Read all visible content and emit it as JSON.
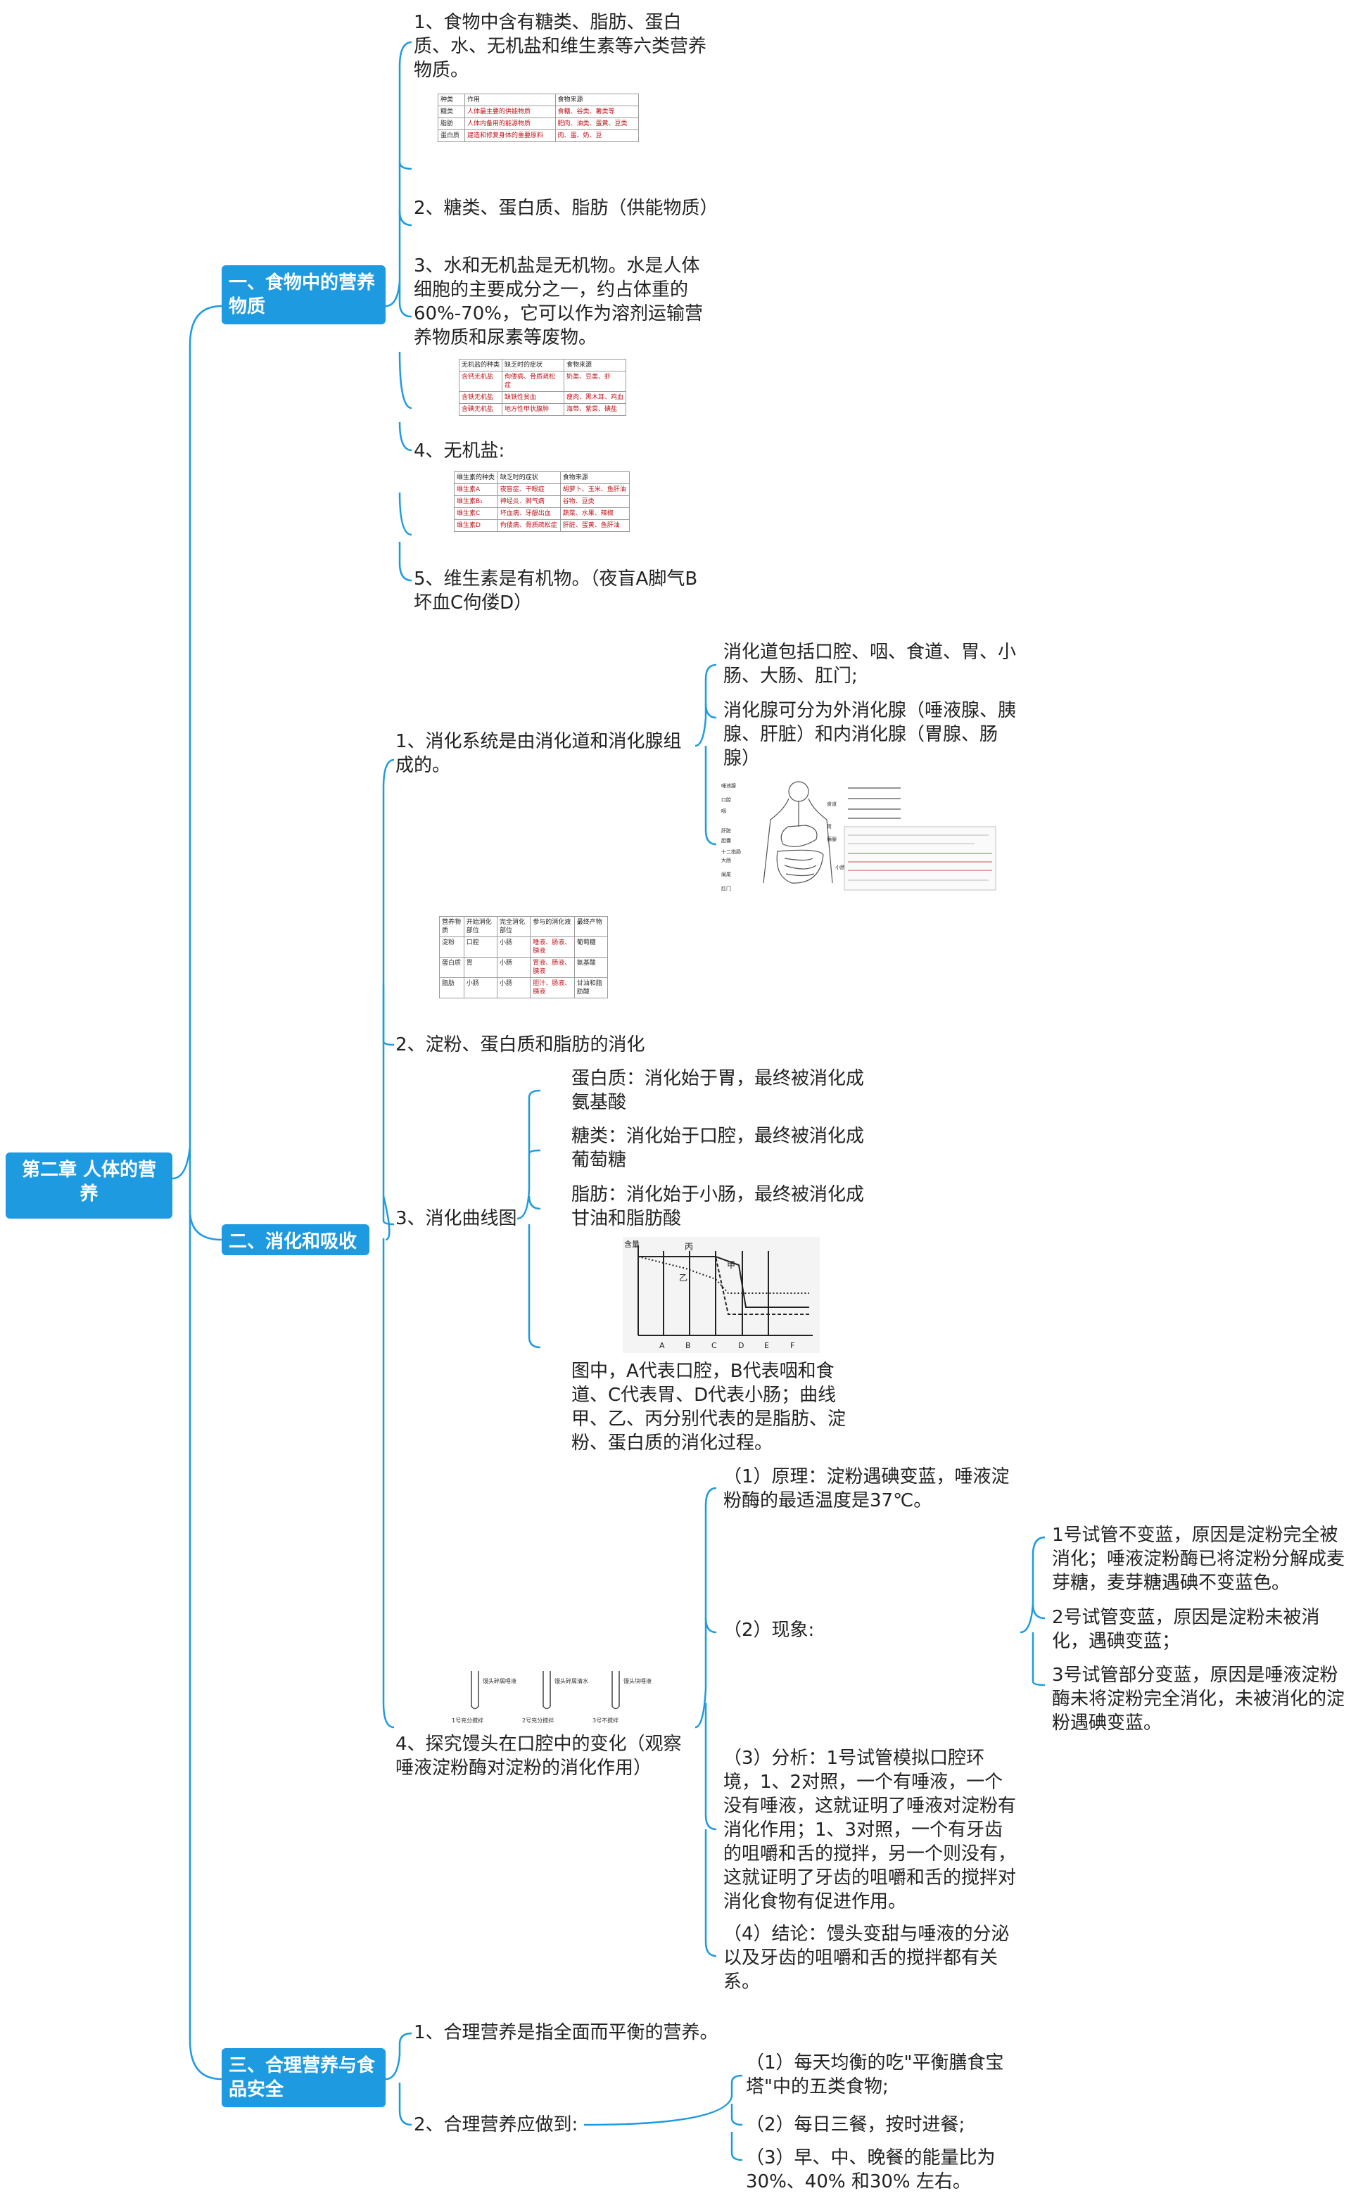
{
  "root": "第二章  人体的营养",
  "s1": {
    "title": "一、食物中的营养物质",
    "i1": "1、食物中含有糖类、脂肪、蛋白质、水、无机盐和维生素等六类营养物质。",
    "i2": "2、糖类、蛋白质、脂肪（供能物质）",
    "i3": "3、水和无机盐是无机物。水是人体细胞的主要成分之一，约占体重的60%-70%，它可以作为溶剂运输营养物质和尿素等废物。",
    "i4": "4、无机盐:",
    "i5": "5、维生素是有机物。（夜盲A脚气B坏血C佝偻D）",
    "t1": [
      [
        "种类",
        "作用",
        "食物来源"
      ],
      [
        "糖类",
        "人体最主要的供能物质",
        "食糖、谷类、薯类等"
      ],
      [
        "脂肪",
        "人体内备用的能源物质",
        "肥肉、油类、蛋黄、豆类"
      ],
      [
        "蛋白质",
        "建造和修复身体的重要原料",
        "肉、蛋、奶、豆"
      ]
    ],
    "t2": [
      [
        "无机盐的种类",
        "缺乏时的症状",
        "食物来源"
      ],
      [
        "含钙无机盐",
        "佝偻病、骨质疏松症",
        "奶类、豆类、虾"
      ],
      [
        "含铁无机盐",
        "缺铁性贫血",
        "瘦肉、黑木耳、鸡血"
      ],
      [
        "含碘无机盐",
        "地方性甲状腺肿",
        "海带、紫菜、碘盐"
      ]
    ],
    "t3": [
      [
        "维生素的种类",
        "缺乏时的症状",
        "食物来源"
      ],
      [
        "维生素A",
        "夜盲症、干眼症",
        "胡萝卜、玉米、鱼肝油"
      ],
      [
        "维生素B₁",
        "神经炎、脚气病",
        "谷物、豆类"
      ],
      [
        "维生素C",
        "坏血病、牙龈出血",
        "蔬菜、水果、辣椒"
      ],
      [
        "维生素D",
        "佝偻病、骨质疏松症",
        "肝脏、蛋黄、鱼肝油"
      ]
    ]
  },
  "s2": {
    "title": "二、消化和吸收",
    "i1": "1、消化系统是由消化道和消化腺组成的。",
    "i1a": "消化道包括口腔、咽、食道、胃、小肠、大肠、肛门;",
    "i1b": "消化腺可分为外消化腺（唾液腺、胰腺、肝脏）和内消化腺（胃腺、肠腺）",
    "i2": "2、淀粉、蛋白质和脂肪的消化",
    "t4": [
      [
        "营养物质",
        "开始消化部位",
        "完全消化部位",
        "参与的消化液",
        "最终产物"
      ],
      [
        "淀粉",
        "口腔",
        "小肠",
        "唾液、肠液、胰液",
        "葡萄糖"
      ],
      [
        "蛋白质",
        "胃",
        "小肠",
        "胃液、肠液、胰液",
        "氨基酸"
      ],
      [
        "脂肪",
        "小肠",
        "小肠",
        "胆汁、肠液、胰液",
        "甘油和脂肪酸"
      ]
    ],
    "i3": "3、消化曲线图",
    "i3a": "蛋白质：消化始于胃，最终被消化成氨基酸",
    "i3b": "糖类：消化始于口腔，最终被消化成葡萄糖",
    "i3c": "脂肪：消化始于小肠，最终被消化成甘油和脂肪酸",
    "i3d": "图中，A代表口腔，B代表咽和食道、C代表胃、D代表小肠；曲线甲、乙、丙分别代表的是脂肪、淀粉、蛋白质的消化过程。",
    "curve": {
      "ylabel": "含量",
      "x": [
        "A",
        "B",
        "C",
        "D",
        "E",
        "F"
      ],
      "series": [
        "甲",
        "乙",
        "丙"
      ]
    },
    "digest_labels": [
      "唾液腺",
      "口腔",
      "咽",
      "食道",
      "肝脏",
      "胆囊",
      "胃",
      "胰腺",
      "小肠",
      "大肠",
      "十二指肠",
      "阑尾",
      "肛门"
    ],
    "i4": "4、探究馒头在口腔中的变化（观察唾液淀粉酶对淀粉的消化作用）",
    "tubes": [
      "馒头碎屑唾液",
      "馒头碎屑清水",
      "馒头块唾液"
    ],
    "tube_caps": [
      "1号充分搅拌",
      "2号充分搅拌",
      "3号不搅拌"
    ],
    "i4a": "（1）原理：淀粉遇碘变蓝，唾液淀粉酶的最适温度是37℃。",
    "i4b": "（2）现象:",
    "i4b1": "1号试管不变蓝，原因是淀粉完全被消化；唾液淀粉酶已将淀粉分解成麦芽糖，麦芽糖遇碘不变蓝色。",
    "i4b2": "2号试管变蓝，原因是淀粉未被消化，遇碘变蓝；",
    "i4b3": "3号试管部分变蓝，原因是唾液淀粉酶未将淀粉完全消化，未被消化的淀粉遇碘变蓝。",
    "i4c": "（3）分析：1号试管模拟口腔环境，1、2对照，一个有唾液，一个没有唾液，这就证明了唾液对淀粉有消化作用；1、3对照，一个有牙齿的咀嚼和舌的搅拌，另一个则没有，这就证明了牙齿的咀嚼和舌的搅拌对消化食物有促进作用。",
    "i4d": "（4）结论：馒头变甜与唾液的分泌以及牙齿的咀嚼和舌的搅拌都有关系。"
  },
  "s3": {
    "title": "三、合理营养与食品安全",
    "i1": "1、合理营养是指全面而平衡的营养。",
    "i2": "2、合理营养应做到:",
    "i2a": "（1）每天均衡的吃\"平衡膳食宝塔\"中的五类食物;",
    "i2b": "（2）每日三餐，按时进餐;",
    "i2c": "（3）早、中、晚餐的能量比为30%、40% 和30% 左右。"
  }
}
